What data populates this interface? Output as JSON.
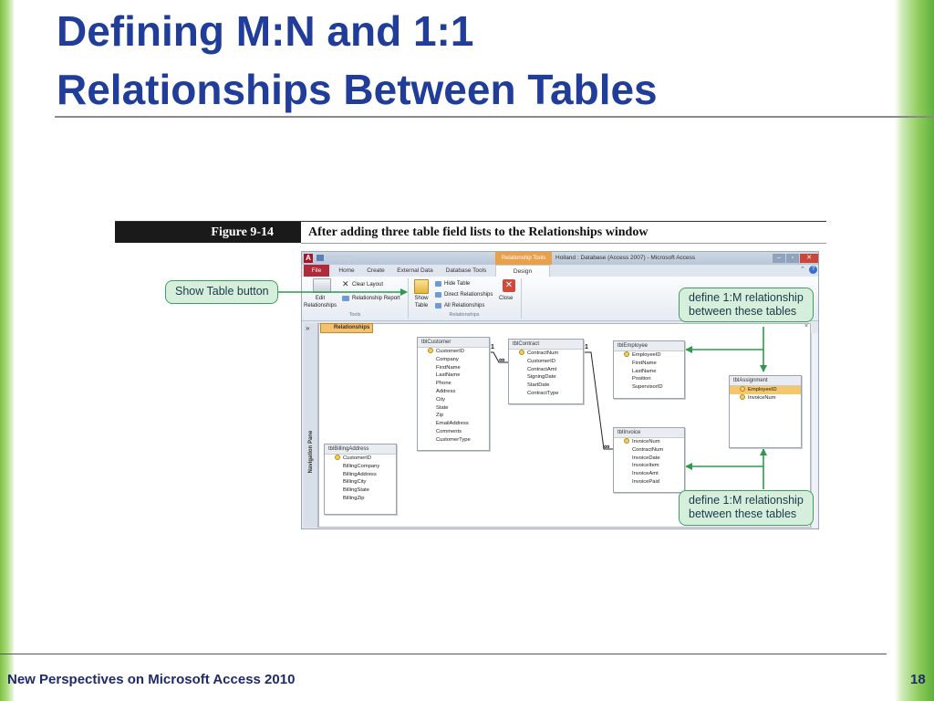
{
  "slide": {
    "title_line1": "Defining M:N and 1:1",
    "title_line2": "Relationships Between Tables",
    "footer_left": "New Perspectives on Microsoft Access 2010",
    "page_number": "18"
  },
  "figure": {
    "label": "Figure 9-14",
    "caption": "After adding three table field lists to the Relationships window"
  },
  "window": {
    "title": "Holland : Database (Access 2007) - Microsoft Access",
    "context_tab": "Relationship Tools",
    "tabs": [
      "File",
      "Home",
      "Create",
      "External Data",
      "Database Tools",
      "Design"
    ],
    "ribbon": {
      "edit_relationships": "Edit Relationships",
      "clear_layout": "Clear Layout",
      "relationship_report": "Relationship Report",
      "show_table": "Show Table",
      "hide_table": "Hide Table",
      "direct_relationships": "Direct Relationships",
      "all_relationships": "All Relationships",
      "close": "Close",
      "group_tools": "Tools",
      "group_relationships": "Relationships"
    },
    "nav_chevron": "»",
    "doc_tab": "Relationships",
    "nav_pane": "Navigation Pane",
    "doc_close": "×"
  },
  "tables": {
    "customer": {
      "name": "tblCustomer",
      "key": "CustomerID",
      "fields": [
        "Company",
        "FirstName",
        "LastName",
        "Phone",
        "Address",
        "City",
        "State",
        "Zip",
        "EmailAddress",
        "Comments",
        "CustomerType"
      ]
    },
    "contract": {
      "name": "tblContract",
      "key": "ContractNum",
      "fields": [
        "CustomerID",
        "ContractAmt",
        "SigningDate",
        "StartDate",
        "ContractType"
      ]
    },
    "employee": {
      "name": "tblEmployee",
      "key": "EmployeeID",
      "fields": [
        "FirstName",
        "LastName",
        "Position",
        "SupervisorID"
      ]
    },
    "assignment": {
      "name": "tblAssignment",
      "keys": [
        "EmployeeID",
        "InvoiceNum"
      ]
    },
    "invoice": {
      "name": "tblInvoice",
      "key": "InvoiceNum",
      "fields": [
        "ContractNum",
        "InvoiceDate",
        "InvoiceItem",
        "InvoiceAmt",
        "InvoicePaid"
      ]
    },
    "billing": {
      "name": "tblBillingAddress",
      "key": "CustomerID",
      "fields": [
        "BillingCompany",
        "BillingAddress",
        "BillingCity",
        "BillingState",
        "BillingZip"
      ]
    }
  },
  "relationship_labels": {
    "one": "1",
    "many": "∞"
  },
  "callouts": {
    "show_table": "Show Table button",
    "top_line1": "define 1:M relationship",
    "top_line2": "between these tables",
    "bottom_line1": "define 1:M relationship",
    "bottom_line2": "between these tables"
  },
  "colors": {
    "title": "#1f3d99",
    "callout_fill": "#d5efdc",
    "callout_border": "#3f9f5e",
    "arrow": "#2e9a4a",
    "access_red": "#b02a3a",
    "context_orange": "#e8a04b"
  }
}
